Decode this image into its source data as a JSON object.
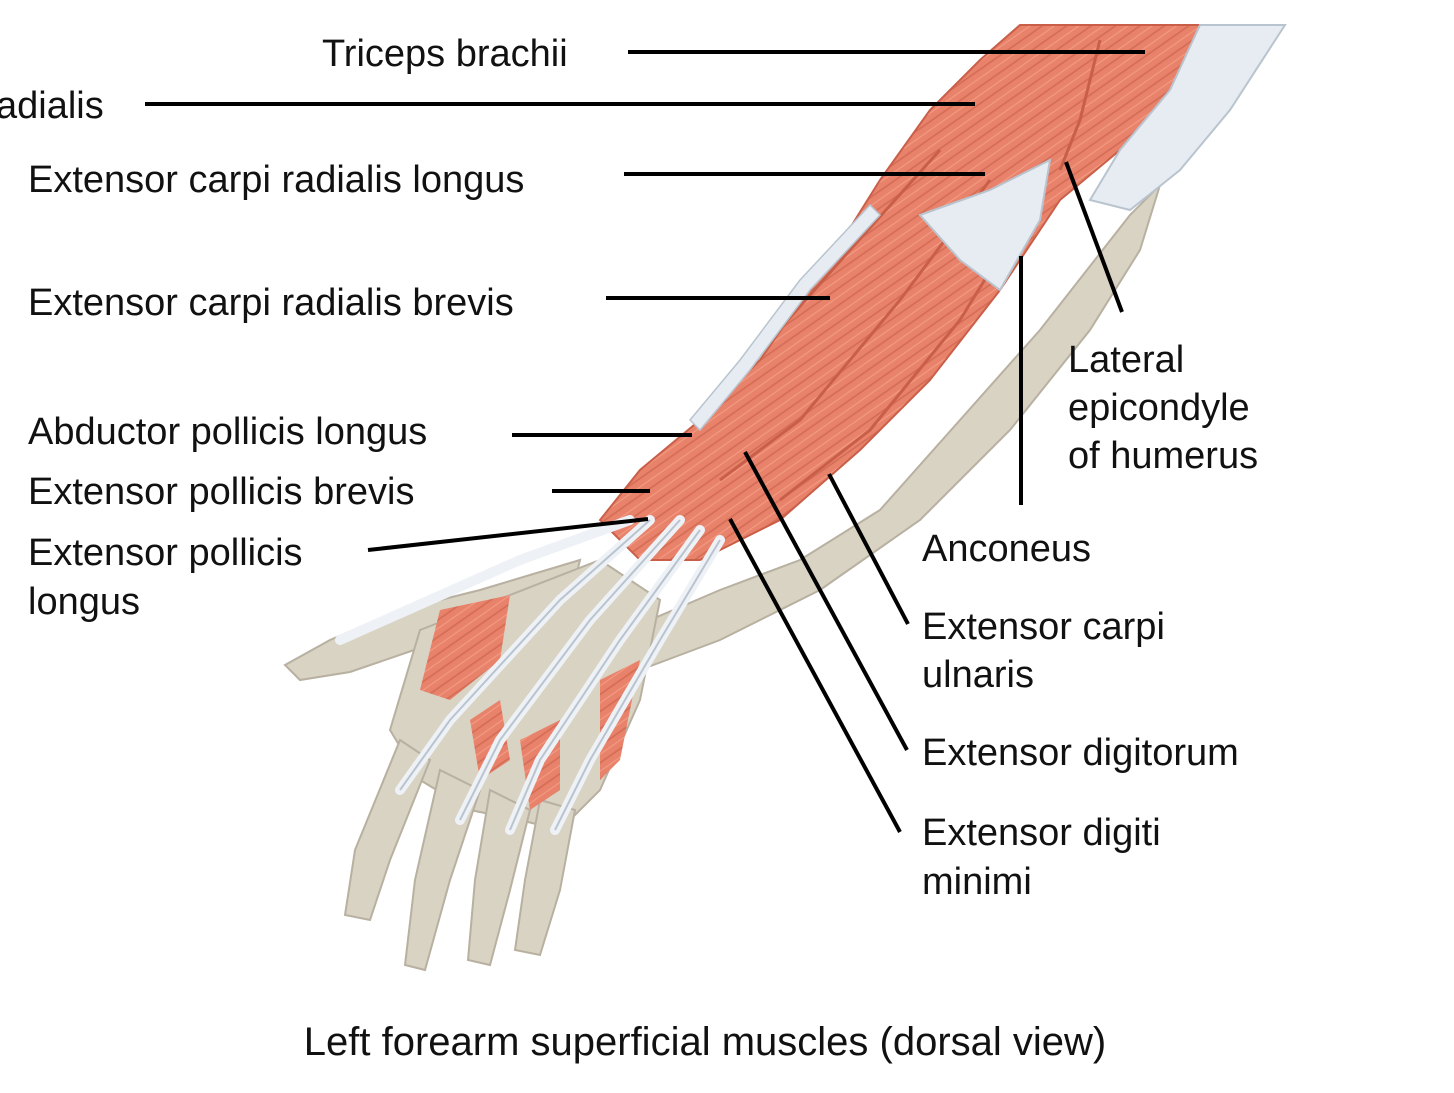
{
  "figure": {
    "caption": "Left forearm superficial muscles (dorsal view)",
    "colors": {
      "muscle": "#e8826a",
      "muscle_dark": "#c95f48",
      "tendon": "#e6ecf2",
      "bone": "#d9d3c4",
      "leader_line": "#000000"
    }
  },
  "labels": {
    "triceps_brachii": "Triceps brachii",
    "brachioradialis_partial": "adialis",
    "ecr_longus": "Extensor carpi radialis longus",
    "ecr_brevis": "Extensor carpi radialis brevis",
    "abductor_pollicis_longus": "Abductor pollicis longus",
    "extensor_pollicis_brevis": "Extensor pollicis brevis",
    "extensor_pollicis_longus": [
      "Extensor pollicis",
      "longus"
    ],
    "lateral_epicondyle": [
      "Lateral",
      "epicondyle",
      "of humerus"
    ],
    "anconeus": "Anconeus",
    "extensor_carpi_ulnaris": [
      "Extensor carpi",
      "ulnaris"
    ],
    "extensor_digitorum": "Extensor digitorum",
    "extensor_digiti_minimi": [
      "Extensor digiti",
      "minimi"
    ]
  }
}
